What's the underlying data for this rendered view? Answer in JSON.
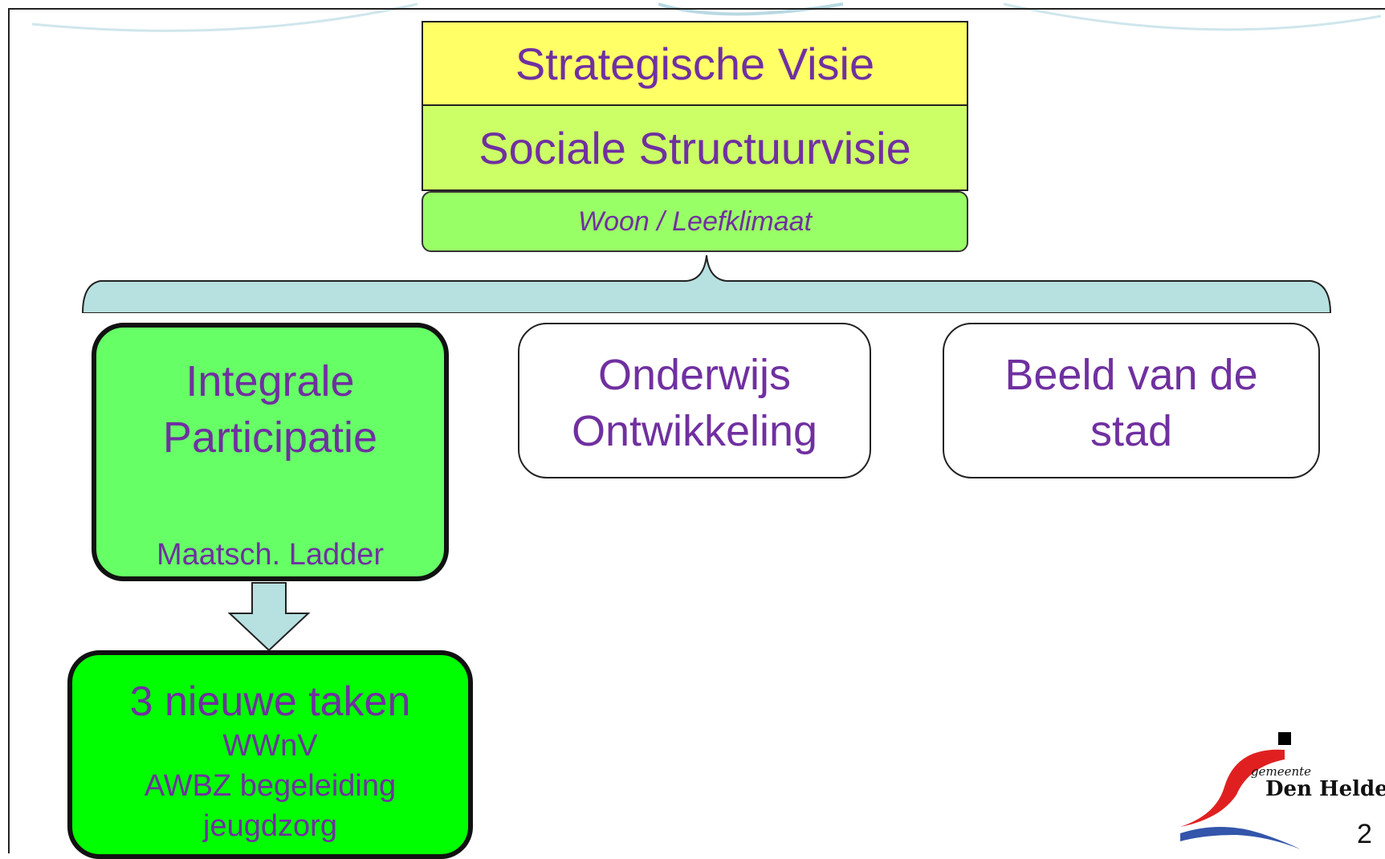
{
  "top": {
    "vision": "Strategische Visie",
    "social": "Sociale Structuurvisie",
    "living": "Woon / Leefklimaat"
  },
  "pillars": {
    "participation": {
      "line1": "Integrale",
      "line2": "Participatie",
      "sub": "Maatsch. Ladder"
    },
    "education": {
      "line1": "Onderwijs",
      "line2": "Ontwikkeling"
    },
    "city": {
      "line1": "Beeld van de",
      "line2": "stad"
    }
  },
  "tasks": {
    "title": "3 nieuwe taken",
    "items": [
      "WWnV",
      "AWBZ begeleiding",
      "jeugdzorg"
    ]
  },
  "logo": {
    "small": "gemeente",
    "name": "Den Helder"
  },
  "page_number": "2",
  "colors": {
    "text": "#7030a0",
    "vision": "#ffff66",
    "social": "#ccff66",
    "living": "#99ff66",
    "brace": "#b7e0e0",
    "participation": "#66ff66",
    "tasks": "#00ff00"
  }
}
